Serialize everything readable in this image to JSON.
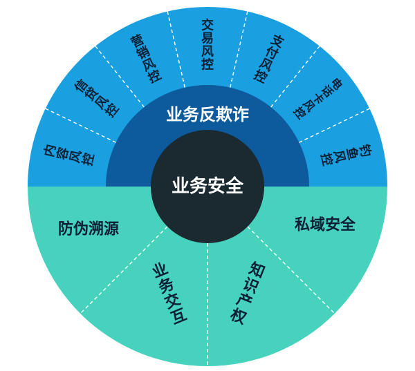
{
  "center": {
    "label": "业务安全"
  },
  "ring": {
    "label": "业务反欺诈"
  },
  "top_segments": [
    {
      "label": "内容风控"
    },
    {
      "label": "信贷风控"
    },
    {
      "label": "营销风控"
    },
    {
      "label": "交易风控"
    },
    {
      "label": "支付风控"
    },
    {
      "label": "电话卡风控"
    },
    {
      "label": "钓鱼风控"
    }
  ],
  "bottom_segments": [
    {
      "label": "防伪溯源"
    },
    {
      "label": "业务交互"
    },
    {
      "label": "知识产权"
    },
    {
      "label": "私域安全"
    }
  ],
  "colors": {
    "top_outer": "#1a9fe0",
    "ring": "#0d5a9c",
    "core": "#1a2a30",
    "bottom": "#46d2bd",
    "divider": "#ffffff",
    "text": "#0b1f33"
  }
}
